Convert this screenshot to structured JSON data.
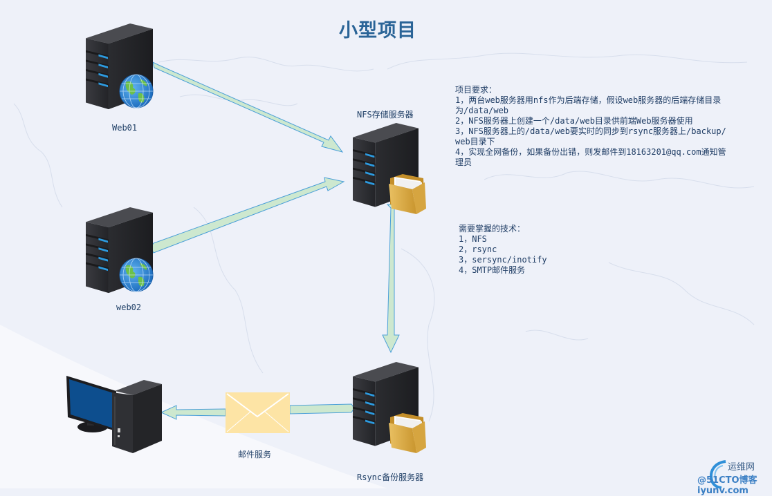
{
  "title": "小型项目",
  "nodes": {
    "web01": {
      "label": "Web01",
      "icon": "server-globe-icon"
    },
    "web02": {
      "label": "web02",
      "icon": "server-globe-icon"
    },
    "nfs": {
      "label": "NFS存储服务器",
      "icon": "server-folder-icon"
    },
    "rsync": {
      "label": "Rsync备份服务器",
      "icon": "server-folder-icon"
    },
    "mail": {
      "label": "邮件服务",
      "icon": "envelope-icon"
    },
    "admin": {
      "label": "",
      "icon": "desktop-computer-icon"
    }
  },
  "edges": [
    {
      "from": "web01",
      "to": "nfs"
    },
    {
      "from": "web02",
      "to": "nfs"
    },
    {
      "from": "nfs",
      "to": "rsync"
    },
    {
      "from": "rsync",
      "to": "admin",
      "via": "mail"
    }
  ],
  "requirements": {
    "heading": "项目要求：",
    "lines": [
      "1，两台web服务器用nfs作为后端存储，假设web服务器的后端存储目录",
      "为/data/web",
      "2，NFS服务器上创建一个/data/web目录供前端Web服务器使用",
      "3，NFS服务器上的/data/web要实时的同步到rsync服务器上/backup/",
      "web目录下",
      "4，实现全网备份，如果备份出错，则发邮件到18163201@qq.com通知管",
      "理员"
    ]
  },
  "skills": {
    "heading": "需要掌握的技术：",
    "lines": [
      "1，NFS",
      "2，rsync",
      "3，sersync/inotify",
      "4，SMTP邮件服务"
    ]
  },
  "watermark": {
    "line1": "运维网",
    "line2": "@51CTO博客 iyunv.com"
  },
  "colors": {
    "background": "#eef1f9",
    "title": "#2a6497",
    "arrow_fill": "#cde8cf",
    "arrow_stroke": "#4a9fd8",
    "server_body": "#2e2f33",
    "server_led": "#2d9be0",
    "folder": "#e3b44f",
    "envelope": "#fde4a5",
    "monitor_screen": "#0d4e8e"
  }
}
